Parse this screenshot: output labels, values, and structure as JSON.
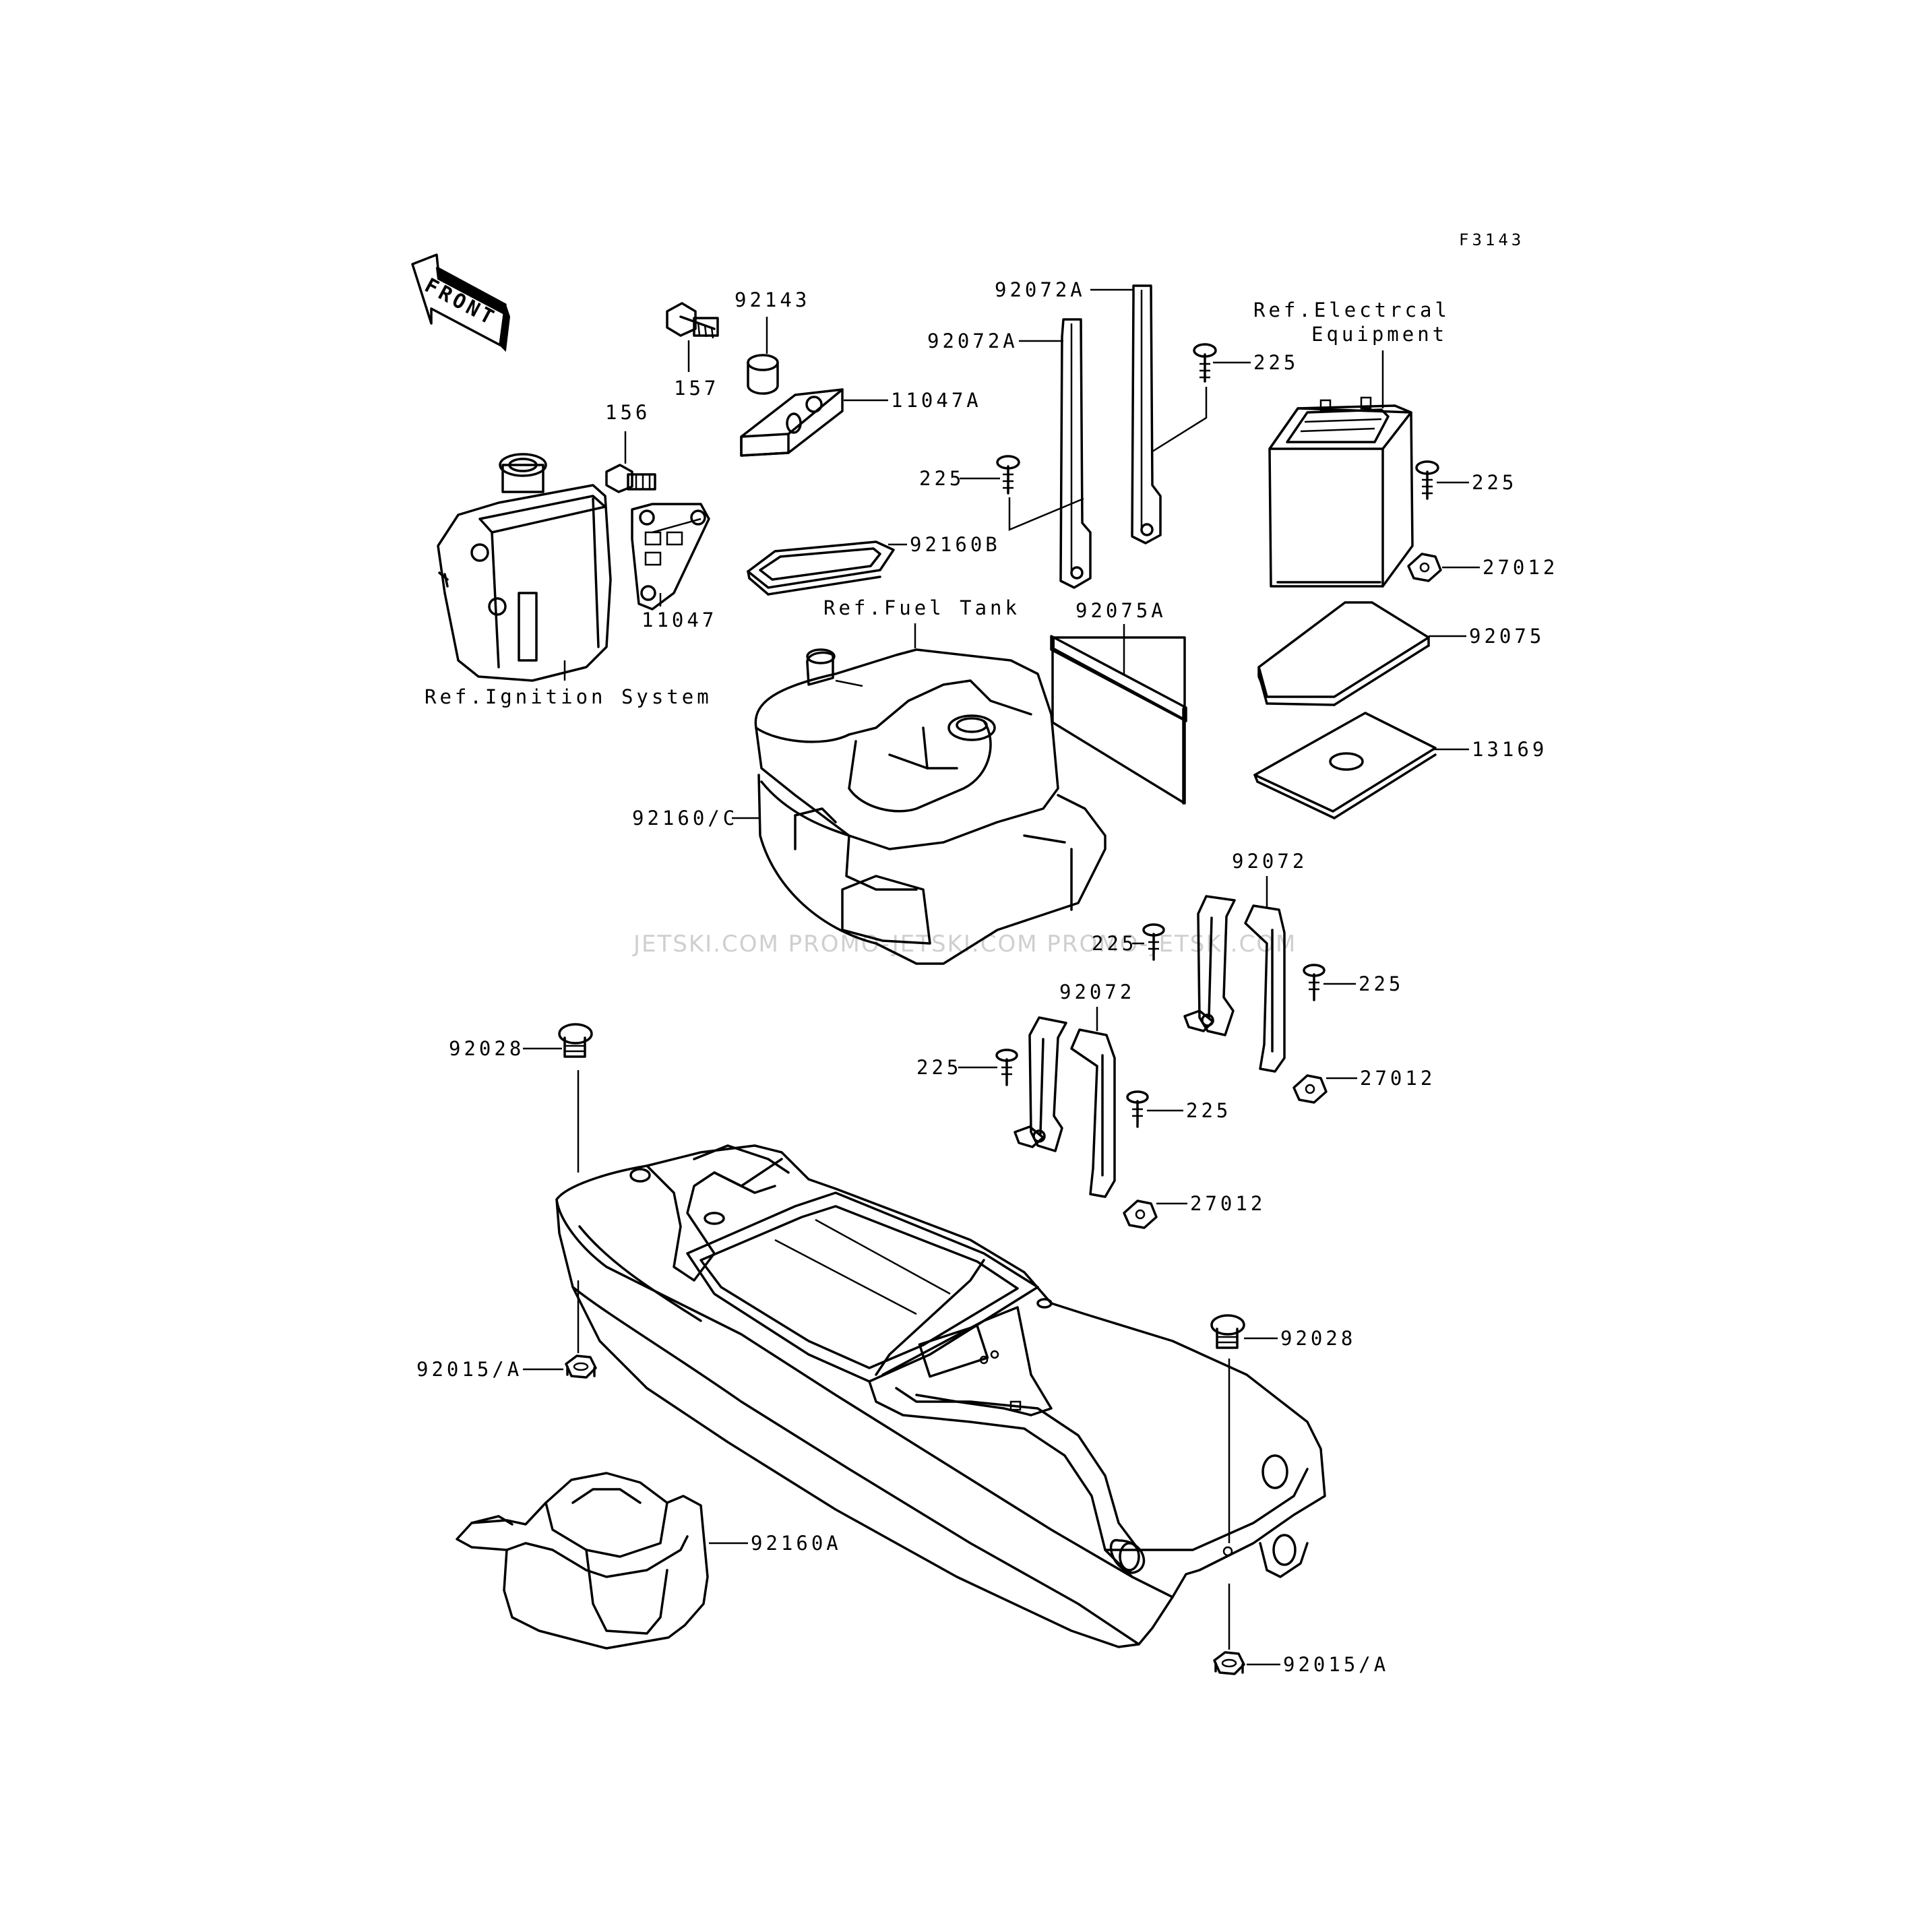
{
  "figure_code": "F3143",
  "front_label": "FRONT",
  "watermark": "JETSKI.COM  PROMO-JETSKI.COM  PROMO-JETSKI.COM",
  "labels": {
    "p92143": "92143",
    "p157": "157",
    "p11047A": "11047A",
    "p156": "156",
    "p11047": "11047",
    "p92160B": "92160B",
    "ref_ignition": "Ref.Ignition System",
    "ref_fuel": "Ref.Fuel Tank",
    "p92160C": "92160/C",
    "p92072A_top": "92072A",
    "p92072A_mid": "92072A",
    "p225_a": "225",
    "p225_b": "225",
    "p225_c": "225",
    "ref_elec_1": "Ref.Electrcal",
    "ref_elec_2": "Equipment",
    "p27012_a": "27012",
    "p92075A": "92075A",
    "p92075": "92075",
    "p13169": "13169",
    "p92072_a": "92072",
    "p225_d": "225",
    "p225_e": "225",
    "p92072_b": "92072",
    "p27012_b": "27012",
    "p225_f": "225",
    "p225_g": "225",
    "p27012_c": "27012",
    "p92028_a": "92028",
    "p92015A_a": "92015/A",
    "p92028_b": "92028",
    "p92160A": "92160A",
    "p92015A_b": "92015/A"
  }
}
